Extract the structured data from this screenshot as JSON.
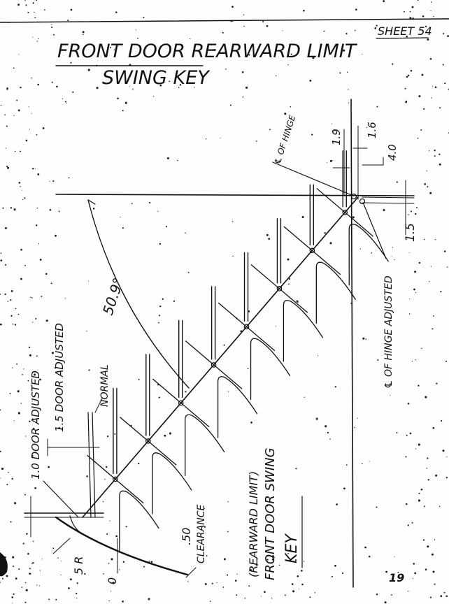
{
  "sheet": {
    "label": "SHEET 54"
  },
  "title": {
    "line1": "FRONT DOOR REARWARD LIMIT",
    "line2": "SWING KEY"
  },
  "labels": {
    "cl_of_hinge": "℄ OF HINGE",
    "dim_1_9": "1.9",
    "dim_1_6": "1.6",
    "dim_4_0": "4.0",
    "dim_1_5_right": "1.5",
    "cl_of_hinge_adjusted": "℄ OF HINGE ADJUSTED",
    "angle": "50.9°",
    "normal": "NORMAL",
    "door_adjusted_1_5": "1.5 DOOR ADJUSTED",
    "door_adjusted_1_0": "1.0 DOOR ADJUSTED",
    "dim_5_r": "5 R",
    "zero": "0",
    "dim_50_clearance_value": ".50",
    "dim_50_clearance_text": "CLEARANCE",
    "key_line1": "(REARWARD LIMIT)",
    "key_line2": "FRONT DOOR SWING",
    "key_line3": "KEY",
    "page_number": "19"
  }
}
